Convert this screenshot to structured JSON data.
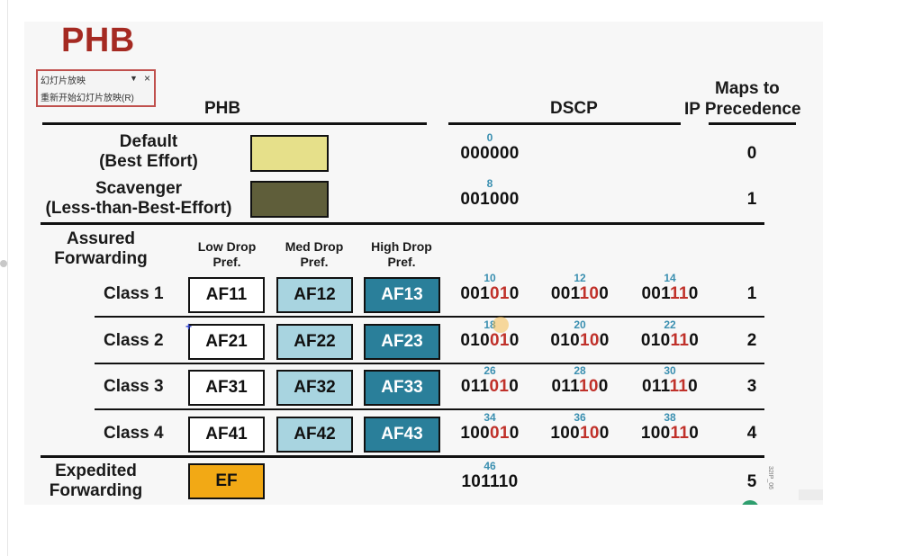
{
  "slide_title": "PHB",
  "context_menu": {
    "item1": "幻灯片放映",
    "arrow": "▼",
    "close": "×",
    "item2": "重新开始幻灯片放映(R)"
  },
  "headers": {
    "phb": "PHB",
    "dscp": "DSCP",
    "maps_to_line1": "Maps to",
    "maps_to_line2": "IP Precedence"
  },
  "default_row": {
    "name_line1": "Default",
    "name_line2": "(Best Effort)",
    "swatch_color": "#e6e08a",
    "dscp_dec": "0",
    "dscp_bin": "000000",
    "precedence": "0"
  },
  "scavenger_row": {
    "name_line1": "Scavenger",
    "name_line2": "(Less-than-Best-Effort)",
    "swatch_color": "#5f5e3a",
    "dscp_dec": "8",
    "dscp_bin": "001000",
    "precedence": "1"
  },
  "assured": {
    "label_line1": "Assured",
    "label_line2": "Forwarding",
    "col_low_line1": "Low Drop",
    "col_low_line2": "Pref.",
    "col_med_line1": "Med Drop",
    "col_med_line2": "Pref.",
    "col_high_line1": "High Drop",
    "col_high_line2": "Pref.",
    "classes": [
      {
        "label": "Class 1",
        "low": "AF11",
        "med": "AF12",
        "high": "AF13",
        "precedence": "1",
        "dscp": [
          {
            "dec": "10",
            "pre": "001",
            "mid": "01",
            "post": "0"
          },
          {
            "dec": "12",
            "pre": "001",
            "mid": "10",
            "post": "0"
          },
          {
            "dec": "14",
            "pre": "001",
            "mid": "11",
            "post": "0"
          }
        ]
      },
      {
        "label": "Class 2",
        "low": "AF21",
        "med": "AF22",
        "high": "AF23",
        "precedence": "2",
        "dscp": [
          {
            "dec": "18",
            "pre": "010",
            "mid": "01",
            "post": "0"
          },
          {
            "dec": "20",
            "pre": "010",
            "mid": "10",
            "post": "0"
          },
          {
            "dec": "22",
            "pre": "010",
            "mid": "11",
            "post": "0"
          }
        ]
      },
      {
        "label": "Class 3",
        "low": "AF31",
        "med": "AF32",
        "high": "AF33",
        "precedence": "3",
        "dscp": [
          {
            "dec": "26",
            "pre": "011",
            "mid": "01",
            "post": "0"
          },
          {
            "dec": "28",
            "pre": "011",
            "mid": "10",
            "post": "0"
          },
          {
            "dec": "30",
            "pre": "011",
            "mid": "11",
            "post": "0"
          }
        ]
      },
      {
        "label": "Class 4",
        "low": "AF41",
        "med": "AF42",
        "high": "AF43",
        "precedence": "4",
        "dscp": [
          {
            "dec": "34",
            "pre": "100",
            "mid": "01",
            "post": "0"
          },
          {
            "dec": "36",
            "pre": "100",
            "mid": "10",
            "post": "0"
          },
          {
            "dec": "38",
            "pre": "100",
            "mid": "11",
            "post": "0"
          }
        ]
      }
    ]
  },
  "expedited_row": {
    "name_line1": "Expedited",
    "name_line2": "Forwarding",
    "box_label": "EF",
    "dscp_dec": "46",
    "dscp_bin": "101110",
    "precedence": "5"
  },
  "side_note": "32IP_06"
}
